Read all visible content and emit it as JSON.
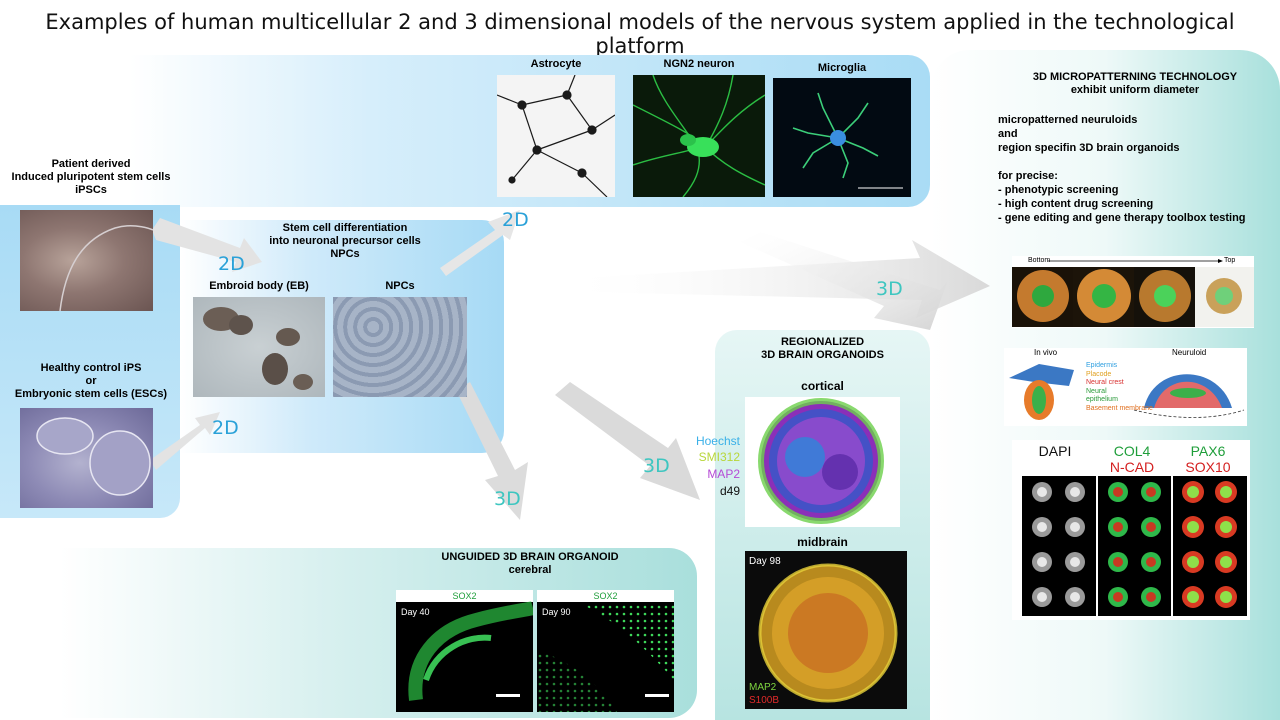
{
  "title": "Examples of human multicellular 2 and 3 dimensional models of the nervous system applied in the technological platform",
  "ipsc_patient": {
    "line1": "Patient derived",
    "line2": "Induced pluripotent stem cells",
    "line3": "iPSCs"
  },
  "ipsc_healthy": {
    "line1": "Healthy control iPS",
    "line2": "or",
    "line3": "Embryonic stem cells (ESCs)"
  },
  "differentiation": {
    "line1": "Stem cell differentiation",
    "line2": "into neuronal precursor cells",
    "line3": "NPCs",
    "eb_label": "Embroid body (EB)",
    "npc_label": "NPCs"
  },
  "cell_types": {
    "astrocyte": "Astrocyte",
    "ngn2": "NGN2  neuron",
    "microglia": "Microglia"
  },
  "dimension_labels": {
    "d2": "2D",
    "d3": "3D"
  },
  "regionalized": {
    "line1": "REGIONALIZED",
    "line2": "3D BRAIN  ORGANOIDS",
    "cortical": "cortical",
    "midbrain": "midbrain",
    "markers": [
      "Hoechst",
      "SMI312",
      "MAP2",
      "d49"
    ],
    "midbrain_day": "Day 98",
    "midbrain_markers": [
      "MAP2",
      "S100B"
    ]
  },
  "unguided": {
    "line1": "UNGUIDED  3D BRAIN  ORGANOID",
    "line2": "cerebral",
    "panels": [
      {
        "marker": "SOX2",
        "day": "Day 40"
      },
      {
        "marker": "SOX2",
        "day": "Day 90"
      }
    ]
  },
  "micropatterning": {
    "heading1": "3D MICROPATTERNING  TECHNOLOGY",
    "heading2": "exhibit uniform diameter",
    "body1": "micropatterned neuruloids",
    "body2": "and",
    "body3": "region specifin 3D brain organoids",
    "for_precise": "for precise:",
    "bullets": [
      "- phenotypic  screening",
      "- high  content drug screening",
      "- gene editing and gene therapy toolbox testing"
    ],
    "bottom_label": "Bottom",
    "top_label": "Top",
    "invivo_label": "In vivo",
    "neuruloid_label": "Neuruloid",
    "legend": [
      "Epidermis",
      "Placode",
      "Neural crest",
      "Neural",
      "epithelium",
      "Basement membrane"
    ],
    "grid_headers": [
      {
        "line1": "DAPI",
        "line2": ""
      },
      {
        "line1": "COL4",
        "line2": "N-CAD"
      },
      {
        "line1": "PAX6",
        "line2": "SOX10"
      }
    ]
  },
  "colors": {
    "blue_panel": "#a9dcf5",
    "teal_panel": "#a9dfdc",
    "label_2d": "#2aa1d8",
    "label_3d": "#3ec6c0",
    "hoechst": "#3ab0e8",
    "smi312": "#b8d63a",
    "map2": "#b54bd6",
    "green": "#1f9e3a",
    "red": "#d42020"
  }
}
